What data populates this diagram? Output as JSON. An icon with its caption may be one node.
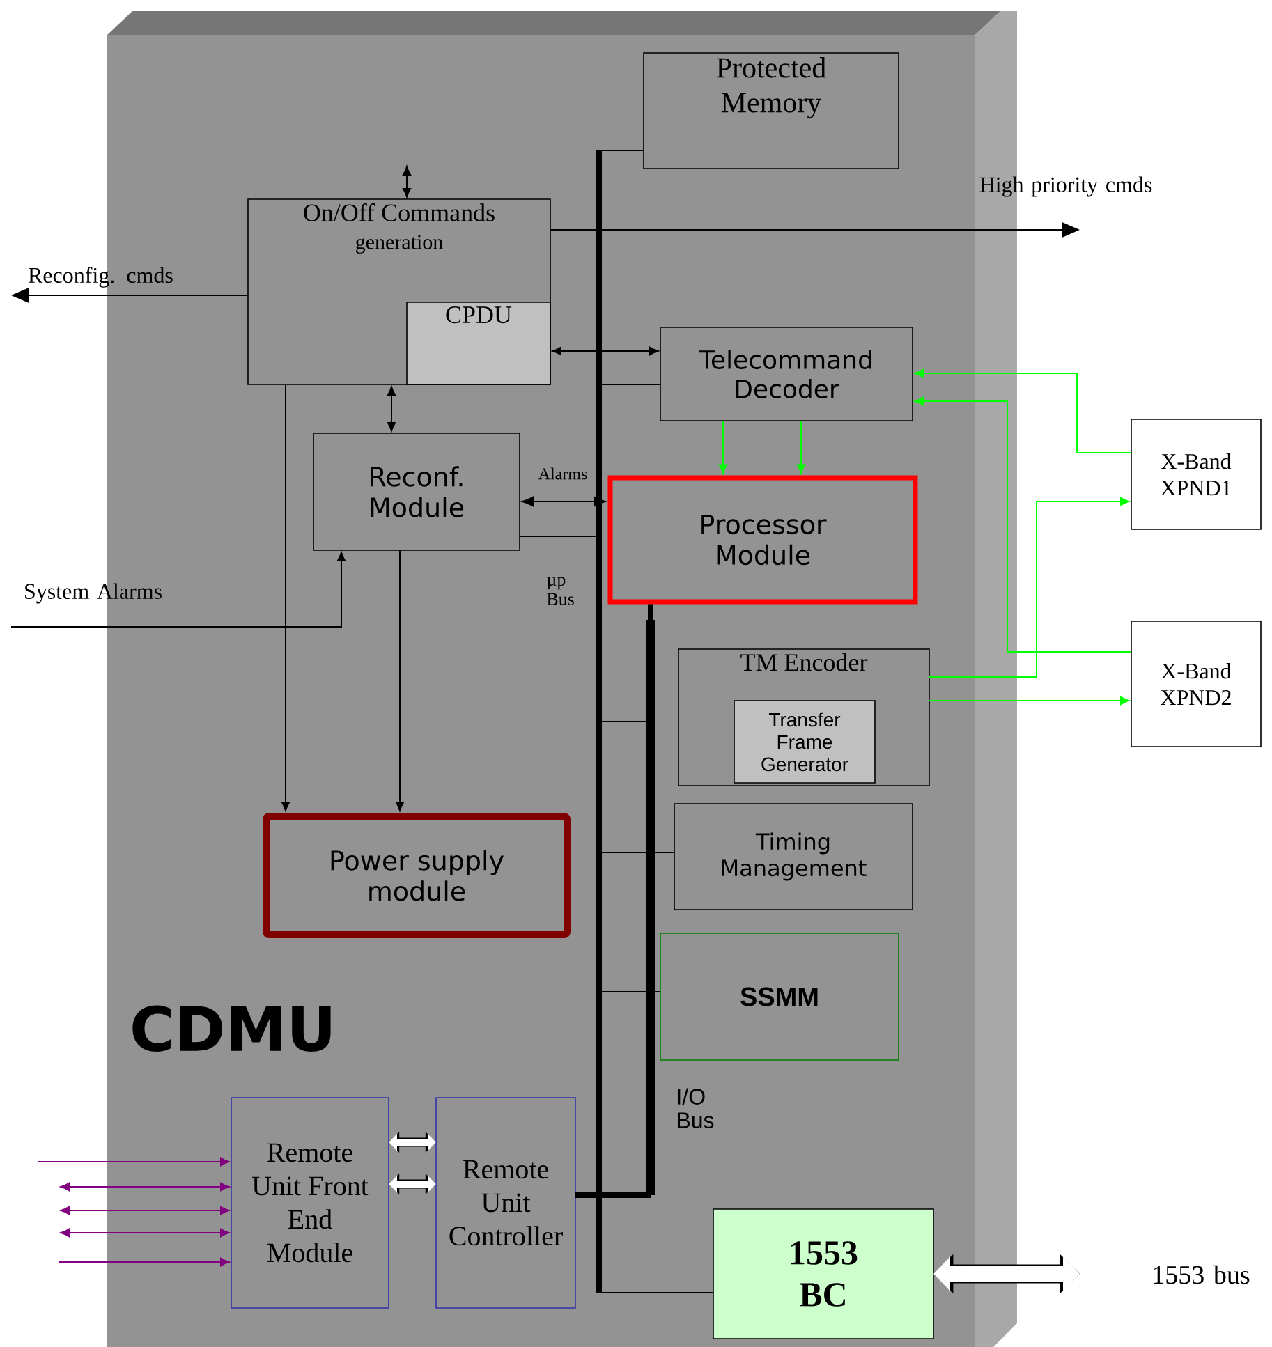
{
  "diagram": {
    "nodes": [
      {
        "text": [
          "CDMU"
        ]
      },
      {
        "text": [
          "Protected Memory"
        ],
        "in": 0
      },
      {
        "text": [
          "On/Off  Commands",
          "generation"
        ],
        "in": 0
      },
      {
        "text": [
          "CPDU"
        ],
        "in": 2
      },
      {
        "text": [
          "Telecommand Decoder"
        ],
        "in": 0
      },
      {
        "text": [
          "Reconf. Module"
        ],
        "in": 0
      },
      {
        "text": [
          "Processor Module"
        ],
        "in": 0
      },
      {
        "text": [
          "TM Encoder"
        ],
        "in": 0
      },
      {
        "text": [
          "Transfer Frame Generator"
        ],
        "in": 7
      },
      {
        "text": [
          "Timing Management"
        ],
        "in": 0
      },
      {
        "text": [
          "Power supply module"
        ],
        "in": 0
      },
      {
        "text": [
          "SSMM"
        ],
        "in": 0
      },
      {
        "text": [
          "Remote Unit Front End Module"
        ],
        "in": 0
      },
      {
        "text": [
          "Remote Unit Controller"
        ],
        "in": 0
      },
      {
        "text": [
          "1553 BC"
        ],
        "in": 0
      },
      {
        "text": [
          "X-Band XPND1"
        ]
      },
      {
        "text": [
          "X-Band XPND2"
        ]
      },
      {
        "text": [],
        "shape": "bar",
        "in": 0
      },
      {
        "text": [],
        "shape": "bar",
        "in": 0
      }
    ],
    "edges": [
      {
        "from": null,
        "to": 2,
        "arrow": "both"
      },
      {
        "from": 2,
        "to": null,
        "arrow": "to",
        "label": "Reconfig.  cmds"
      },
      {
        "from": 2,
        "to": null,
        "arrow": "to",
        "label": "High priority cmds"
      },
      {
        "from": 3,
        "to": 4,
        "arrow": "both"
      },
      {
        "from": 2,
        "to": 5,
        "arrow": "both"
      },
      {
        "from": 5,
        "to": 6,
        "arrow": "both",
        "label": "Alarms"
      },
      {
        "from": null,
        "to": 5,
        "arrow": "to",
        "label": "System  Alarms"
      },
      {
        "from": 2,
        "to": 10,
        "arrow": "to"
      },
      {
        "from": 5,
        "to": 10,
        "arrow": "to"
      },
      {
        "from": 4,
        "to": 6,
        "arrow": "to",
        "color": "#00ff00"
      },
      {
        "from": 4,
        "to": 6,
        "arrow": "to",
        "color": "#00ff00"
      },
      {
        "from": 15,
        "to": 4,
        "arrow": "to",
        "color": "#00ff00"
      },
      {
        "from": 16,
        "to": 4,
        "arrow": "to",
        "color": "#00ff00"
      },
      {
        "from": 7,
        "to": 15,
        "arrow": "to",
        "color": "#00ff00"
      },
      {
        "from": 7,
        "to": 16,
        "arrow": "to",
        "color": "#00ff00"
      },
      {
        "from": 17,
        "to": 1,
        "arrow": "none"
      },
      {
        "from": 17,
        "to": 4,
        "arrow": "none"
      },
      {
        "from": 17,
        "to": 5,
        "arrow": "none"
      },
      {
        "from": 18,
        "to": 6,
        "arrow": "none",
        "style": "thick"
      },
      {
        "from": 17,
        "to": 18,
        "arrow": "none"
      },
      {
        "from": 17,
        "to": 9,
        "arrow": "none"
      },
      {
        "from": 17,
        "to": 11,
        "arrow": "none"
      },
      {
        "from": 13,
        "to": 18,
        "arrow": "none",
        "style": "thick"
      },
      {
        "from": 17,
        "to": 14,
        "arrow": "none"
      },
      {
        "from": 12,
        "to": 13,
        "arrow": "both",
        "style": "thick",
        "color": "#ffffff"
      },
      {
        "from": 12,
        "to": 13,
        "arrow": "both",
        "style": "thick",
        "color": "#ffffff"
      },
      {
        "from": 14,
        "to": null,
        "arrow": "both",
        "style": "thick",
        "color": "#ffffff",
        "label": "1553 bus"
      },
      {
        "from": null,
        "to": 12,
        "arrow": "to",
        "color": "#800080"
      },
      {
        "from": null,
        "to": 12,
        "arrow": "both",
        "color": "#800080"
      },
      {
        "from": null,
        "to": 12,
        "arrow": "both",
        "color": "#800080"
      },
      {
        "from": null,
        "to": 12,
        "arrow": "both",
        "color": "#800080"
      },
      {
        "from": null,
        "to": 12,
        "arrow": "to",
        "color": "#800080"
      }
    ],
    "labels": [
      "µp Bus",
      "I/O Bus"
    ]
  }
}
